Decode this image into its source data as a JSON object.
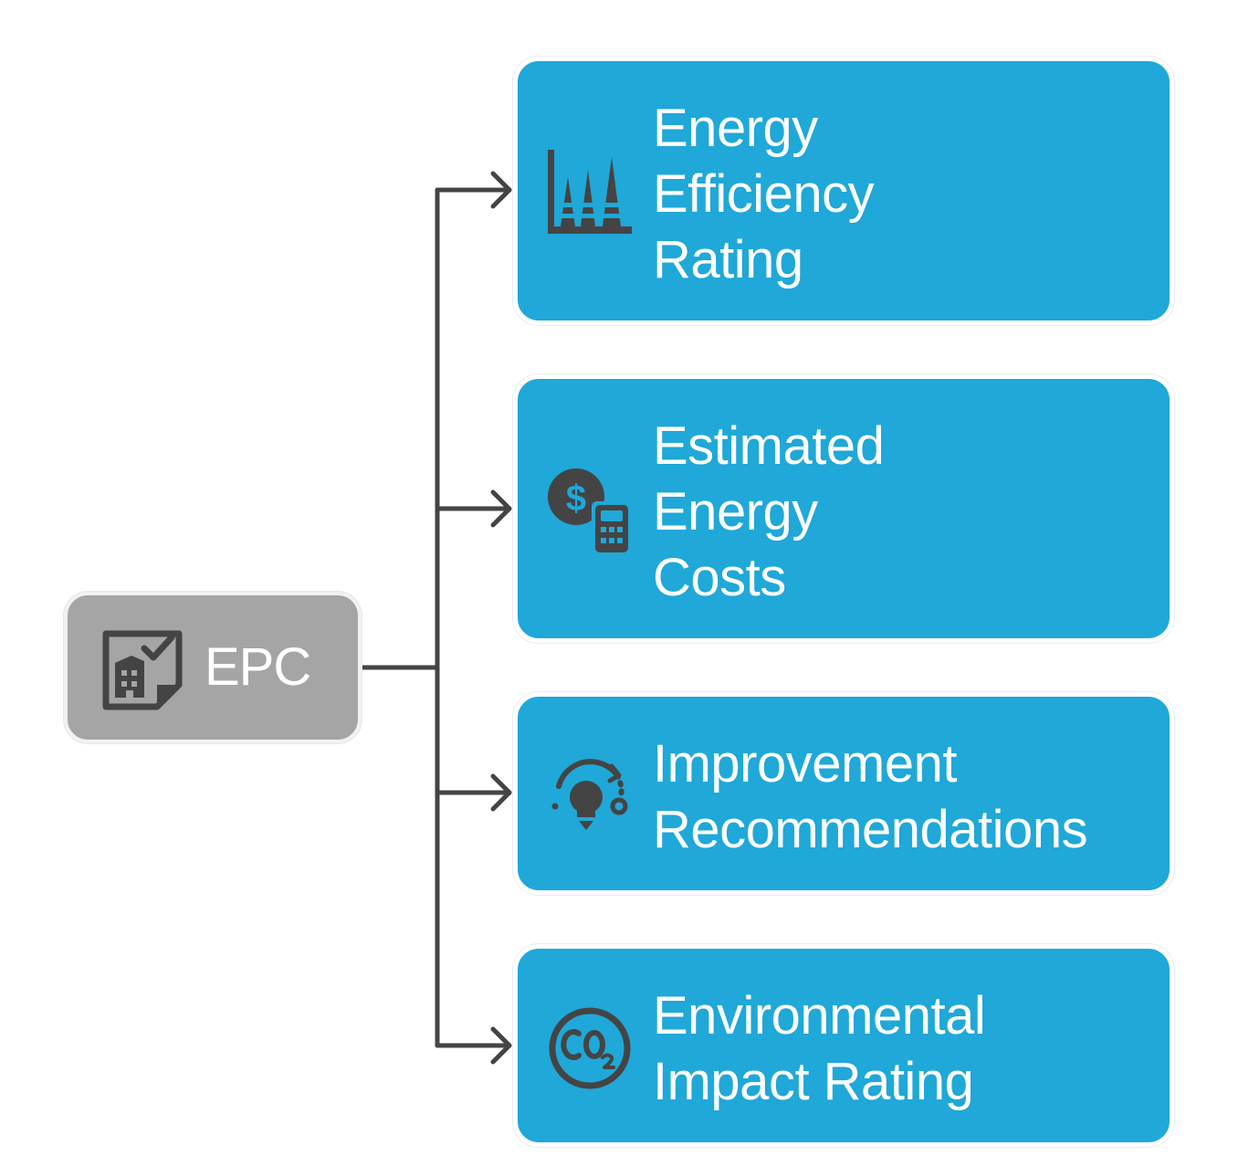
{
  "colors": {
    "root_fill": "#a5a5a5",
    "branch_fill": "#1fa8d8",
    "icon_color": "#444444",
    "connector_color": "#444444",
    "text_color": "#ffffff"
  },
  "root": {
    "label": "EPC",
    "icon": "certificate-house-icon"
  },
  "branches": [
    {
      "lines": [
        "Energy",
        "Efficiency",
        "Rating"
      ],
      "icon": "rating-bars-icon"
    },
    {
      "lines": [
        "Estimated",
        "Energy",
        "Costs"
      ],
      "icon": "dollar-calculator-icon"
    },
    {
      "lines": [
        "Improvement",
        "Recommendations"
      ],
      "icon": "lightbulb-cycle-icon"
    },
    {
      "lines": [
        "Environmental",
        "Impact Rating"
      ],
      "icon": "co2-icon"
    }
  ]
}
